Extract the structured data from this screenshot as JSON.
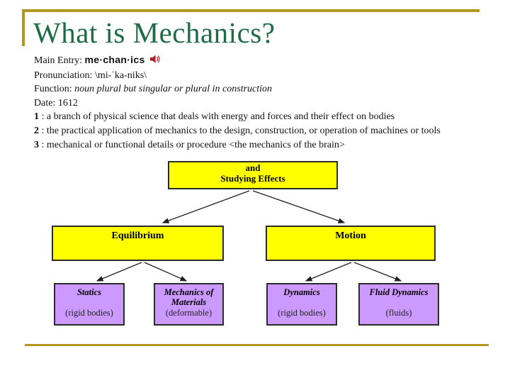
{
  "slide": {
    "title": "What is Mechanics?",
    "accent_color": "#B3981F",
    "title_color": "#1E6B48"
  },
  "definition": {
    "main_entry_label": "Main Entry:",
    "main_entry_word": "me·chan·ics",
    "speaker_icon": "speaker-icon",
    "speaker_color": "#B01E28",
    "pronunciation_label": "Pronunciation:",
    "pronunciation_value": "\\mi-ˈka-niks\\",
    "function_label": "Function:",
    "function_value": "noun plural but singular or plural in construction",
    "date_label": "Date:",
    "date_value": "1612",
    "senses": [
      {
        "num": "1",
        "text": ": a branch of physical science that deals with energy and forces and their effect on bodies"
      },
      {
        "num": "2",
        "text": ": the practical application of mechanics to the design, construction, or operation of machines or tools"
      },
      {
        "num": "3",
        "text": ": mechanical or functional details or procedure <the mechanics of the brain>"
      }
    ]
  },
  "diagram": {
    "colors": {
      "branch_fill": "#FFFF00",
      "leaf_fill": "#CC99FF",
      "border": "#2b2b2b"
    },
    "root": {
      "line1": "and",
      "line2": "Studying Effects"
    },
    "branches": [
      {
        "label": "Equilibrium"
      },
      {
        "label": "Motion"
      }
    ],
    "leaves": [
      {
        "title": "Statics",
        "subtitle": "(rigid bodies)"
      },
      {
        "title": "Mechanics of Materials",
        "subtitle": "(deformable)"
      },
      {
        "title": "Dynamics",
        "subtitle": "(rigid bodies)"
      },
      {
        "title": "Fluid Dynamics",
        "subtitle": "(fluids)"
      }
    ]
  }
}
